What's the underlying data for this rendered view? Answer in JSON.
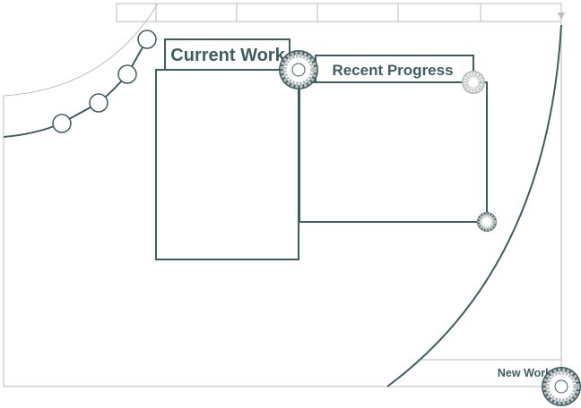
{
  "panels": {
    "current_work": {
      "label": "Current Work"
    },
    "recent_progress": {
      "label": "Recent Progress"
    },
    "new_work": {
      "label": "New Work"
    }
  },
  "colors": {
    "primary": "#3e5d60",
    "light_gray": "#b8bcbd",
    "background": "#ffffff"
  },
  "icons": {
    "ring_knob": "segmented-ring-icon",
    "arrow": "arrow-down-icon",
    "node": "circle-node-icon"
  }
}
